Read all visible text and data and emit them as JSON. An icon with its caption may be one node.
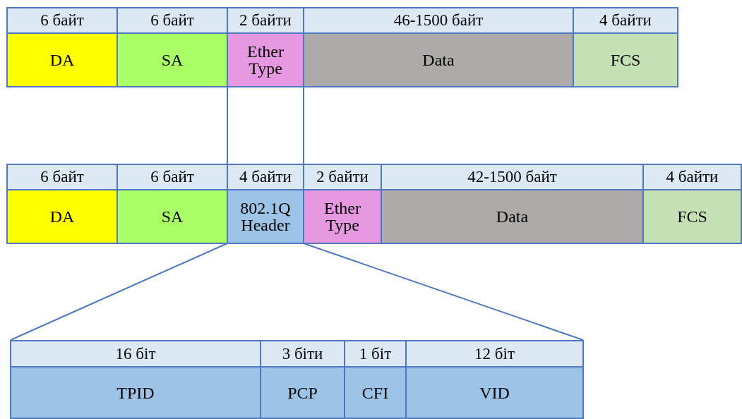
{
  "diagram": {
    "nodes": [
      {
        "text": [
          "6 байт",
          "DA"
        ]
      },
      {
        "text": [
          "6 байт",
          "SA"
        ]
      },
      {
        "text": [
          "2 байти",
          "Ether Type"
        ]
      },
      {
        "text": [
          "46-1500 байт",
          "Data"
        ]
      },
      {
        "text": [
          "4 байти",
          "FCS"
        ]
      },
      {
        "text": [
          "6 байт",
          "DA"
        ]
      },
      {
        "text": [
          "6 байт",
          "SA"
        ]
      },
      {
        "text": [
          "4 байти",
          "802.1Q Header"
        ]
      },
      {
        "text": [
          "2 байти",
          "Ether Type"
        ]
      },
      {
        "text": [
          "42-1500 байт",
          "Data"
        ]
      },
      {
        "text": [
          "4 байти",
          "FCS"
        ]
      },
      {
        "text": [
          "16 біт",
          "TPID"
        ]
      },
      {
        "text": [
          "3 біти",
          "PCP"
        ]
      },
      {
        "text": [
          "1 біт",
          "CFI"
        ]
      },
      {
        "text": [
          "12 біт",
          "VID"
        ]
      }
    ],
    "edges": [
      {
        "from": 2,
        "to": 7,
        "arrow": "none"
      },
      {
        "from": 2,
        "to": 7,
        "arrow": "none"
      },
      {
        "from": 7,
        "to": 11,
        "arrow": "none"
      },
      {
        "from": 7,
        "to": 14,
        "arrow": "none"
      }
    ]
  }
}
